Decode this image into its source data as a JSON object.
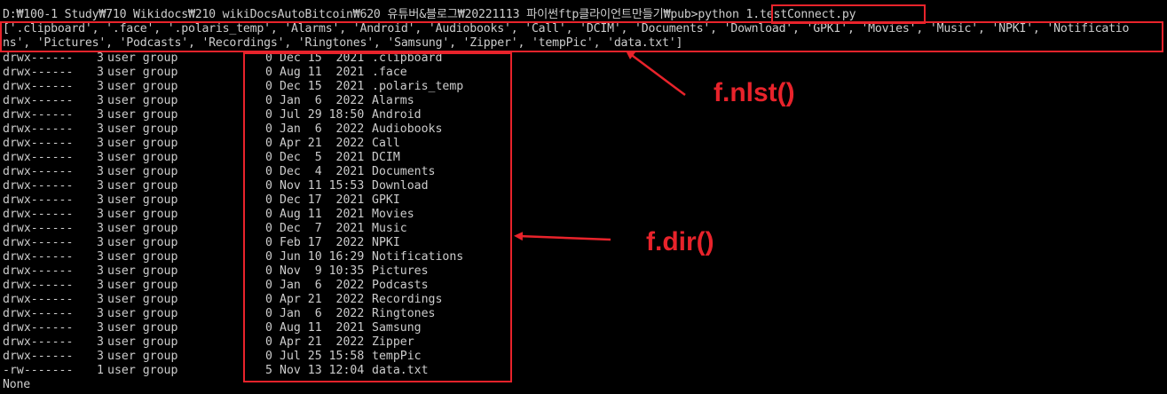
{
  "terminal": {
    "prompt": "D:₩100-1 Study₩710 Wikidocs₩210 wikiDocsAutoBitcoin₩620 유튜버&블로그₩20221113 파이썬ftp클라이언트만들기₩pub>",
    "command": "python 1.testConnect.py",
    "nlst_line1": "['.clipboard', '.face', '.polaris_temp', 'Alarms', 'Android', 'Audiobooks', 'Call', 'DCIM', 'Documents', 'Download', 'GPKI', 'Movies', 'Music', 'NPKI', 'Notificatio",
    "nlst_line2": "ns', 'Pictures', 'Podcasts', 'Recordings', 'Ringtones', 'Samsung', 'Zipper', 'tempPic', 'data.txt']",
    "listing": [
      {
        "perm": "drwx------",
        "links": "3",
        "owner": "user group",
        "size": "0",
        "date": "Dec 15  2021",
        "name": ".clipboard"
      },
      {
        "perm": "drwx------",
        "links": "3",
        "owner": "user group",
        "size": "0",
        "date": "Aug 11  2021",
        "name": ".face"
      },
      {
        "perm": "drwx------",
        "links": "3",
        "owner": "user group",
        "size": "0",
        "date": "Dec 15  2021",
        "name": ".polaris_temp"
      },
      {
        "perm": "drwx------",
        "links": "3",
        "owner": "user group",
        "size": "0",
        "date": "Jan  6  2022",
        "name": "Alarms"
      },
      {
        "perm": "drwx------",
        "links": "3",
        "owner": "user group",
        "size": "0",
        "date": "Jul 29 18:50",
        "name": "Android"
      },
      {
        "perm": "drwx------",
        "links": "3",
        "owner": "user group",
        "size": "0",
        "date": "Jan  6  2022",
        "name": "Audiobooks"
      },
      {
        "perm": "drwx------",
        "links": "3",
        "owner": "user group",
        "size": "0",
        "date": "Apr 21  2022",
        "name": "Call"
      },
      {
        "perm": "drwx------",
        "links": "3",
        "owner": "user group",
        "size": "0",
        "date": "Dec  5  2021",
        "name": "DCIM"
      },
      {
        "perm": "drwx------",
        "links": "3",
        "owner": "user group",
        "size": "0",
        "date": "Dec  4  2021",
        "name": "Documents"
      },
      {
        "perm": "drwx------",
        "links": "3",
        "owner": "user group",
        "size": "0",
        "date": "Nov 11 15:53",
        "name": "Download"
      },
      {
        "perm": "drwx------",
        "links": "3",
        "owner": "user group",
        "size": "0",
        "date": "Dec 17  2021",
        "name": "GPKI"
      },
      {
        "perm": "drwx------",
        "links": "3",
        "owner": "user group",
        "size": "0",
        "date": "Aug 11  2021",
        "name": "Movies"
      },
      {
        "perm": "drwx------",
        "links": "3",
        "owner": "user group",
        "size": "0",
        "date": "Dec  7  2021",
        "name": "Music"
      },
      {
        "perm": "drwx------",
        "links": "3",
        "owner": "user group",
        "size": "0",
        "date": "Feb 17  2022",
        "name": "NPKI"
      },
      {
        "perm": "drwx------",
        "links": "3",
        "owner": "user group",
        "size": "0",
        "date": "Jun 10 16:29",
        "name": "Notifications"
      },
      {
        "perm": "drwx------",
        "links": "3",
        "owner": "user group",
        "size": "0",
        "date": "Nov  9 10:35",
        "name": "Pictures"
      },
      {
        "perm": "drwx------",
        "links": "3",
        "owner": "user group",
        "size": "0",
        "date": "Jan  6  2022",
        "name": "Podcasts"
      },
      {
        "perm": "drwx------",
        "links": "3",
        "owner": "user group",
        "size": "0",
        "date": "Apr 21  2022",
        "name": "Recordings"
      },
      {
        "perm": "drwx------",
        "links": "3",
        "owner": "user group",
        "size": "0",
        "date": "Jan  6  2022",
        "name": "Ringtones"
      },
      {
        "perm": "drwx------",
        "links": "3",
        "owner": "user group",
        "size": "0",
        "date": "Aug 11  2021",
        "name": "Samsung"
      },
      {
        "perm": "drwx------",
        "links": "3",
        "owner": "user group",
        "size": "0",
        "date": "Apr 21  2022",
        "name": "Zipper"
      },
      {
        "perm": "drwx------",
        "links": "3",
        "owner": "user group",
        "size": "0",
        "date": "Jul 25 15:58",
        "name": "tempPic"
      },
      {
        "perm": "-rw-------",
        "links": "1",
        "owner": "user group",
        "size": "5",
        "date": "Nov 13 12:04",
        "name": "data.txt"
      }
    ],
    "result": "None"
  },
  "annotations": {
    "nlst_label": "f.nlst()",
    "dir_label": "f.dir()",
    "color": "#e8232b"
  }
}
